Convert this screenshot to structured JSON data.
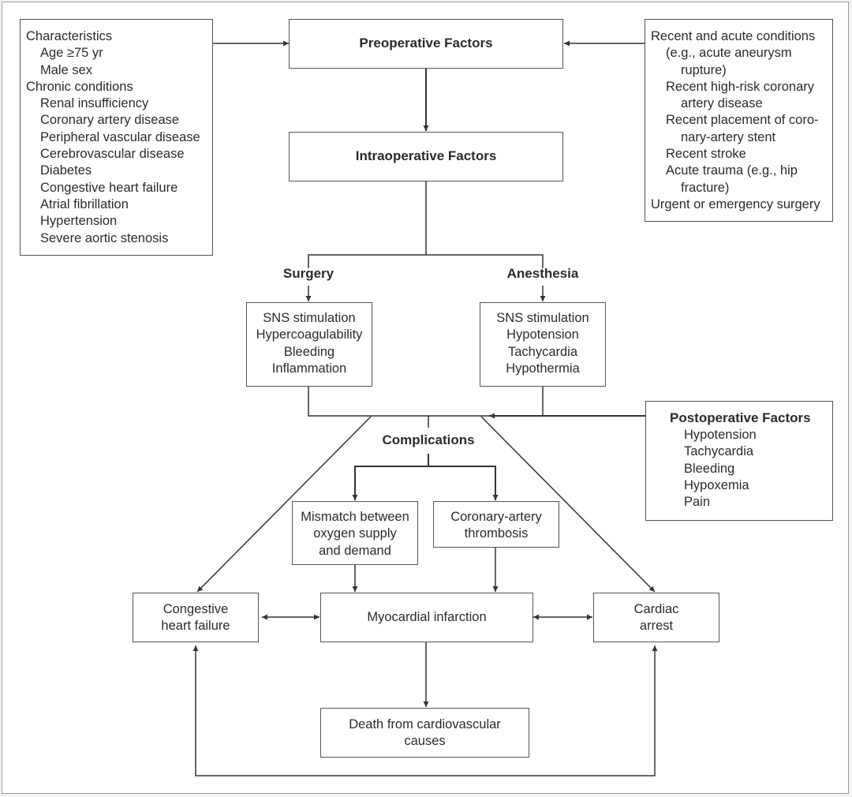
{
  "preoperative": {
    "title": "Preoperative Factors"
  },
  "intraoperative": {
    "title": "Intraoperative Factors"
  },
  "characteristics": {
    "lines": [
      {
        "text": "Characteristics",
        "indent": 0
      },
      {
        "text": "Age ≥75 yr",
        "indent": 1
      },
      {
        "text": "Male sex",
        "indent": 1
      },
      {
        "text": "Chronic conditions",
        "indent": 0
      },
      {
        "text": "Renal insufficiency",
        "indent": 1
      },
      {
        "text": "Coronary artery disease",
        "indent": 1
      },
      {
        "text": "Peripheral vascular disease",
        "indent": 1
      },
      {
        "text": "Cerebrovascular disease",
        "indent": 1
      },
      {
        "text": "Diabetes",
        "indent": 1
      },
      {
        "text": "Congestive heart failure",
        "indent": 1
      },
      {
        "text": "Atrial fibrillation",
        "indent": 1
      },
      {
        "text": "Hypertension",
        "indent": 1
      },
      {
        "text": "Severe aortic stenosis",
        "indent": 1
      }
    ]
  },
  "recent": {
    "lines": [
      {
        "text": "Recent and acute conditions",
        "indent": 0
      },
      {
        "text": "(e.g., acute aneurysm",
        "indent": 1
      },
      {
        "text": "rupture)",
        "indent": 2
      },
      {
        "text": "Recent high-risk coronary",
        "indent": 1
      },
      {
        "text": "artery disease",
        "indent": 2
      },
      {
        "text": "Recent placement of coro-",
        "indent": 1
      },
      {
        "text": "nary-artery stent",
        "indent": 2
      },
      {
        "text": "Recent stroke",
        "indent": 1
      },
      {
        "text": "Acute trauma (e.g., hip",
        "indent": 1
      },
      {
        "text": "fracture)",
        "indent": 2
      },
      {
        "text": "Urgent or emergency surgery",
        "indent": 0
      }
    ]
  },
  "surgery": {
    "label": "Surgery",
    "items": [
      "SNS stimulation",
      "Hypercoagulability",
      "Bleeding",
      "Inflammation"
    ]
  },
  "anesthesia": {
    "label": "Anesthesia",
    "items": [
      "SNS stimulation",
      "Hypotension",
      "Tachycardia",
      "Hypothermia"
    ]
  },
  "postoperative": {
    "title": "Postoperative Factors",
    "items": [
      "Hypotension",
      "Tachycardia",
      "Bleeding",
      "Hypoxemia",
      "Pain"
    ]
  },
  "complications": {
    "label": "Complications"
  },
  "mismatch": {
    "lines": [
      "Mismatch between",
      "oxygen supply",
      "and demand"
    ]
  },
  "thrombosis": {
    "lines": [
      "Coronary-artery",
      "thrombosis"
    ]
  },
  "chf": {
    "lines": [
      "Congestive",
      "heart failure"
    ]
  },
  "mi": {
    "label": "Myocardial infarction"
  },
  "arrest": {
    "lines": [
      "Cardiac",
      "arrest"
    ]
  },
  "death": {
    "lines": [
      "Death from cardiovascular",
      "causes"
    ]
  }
}
